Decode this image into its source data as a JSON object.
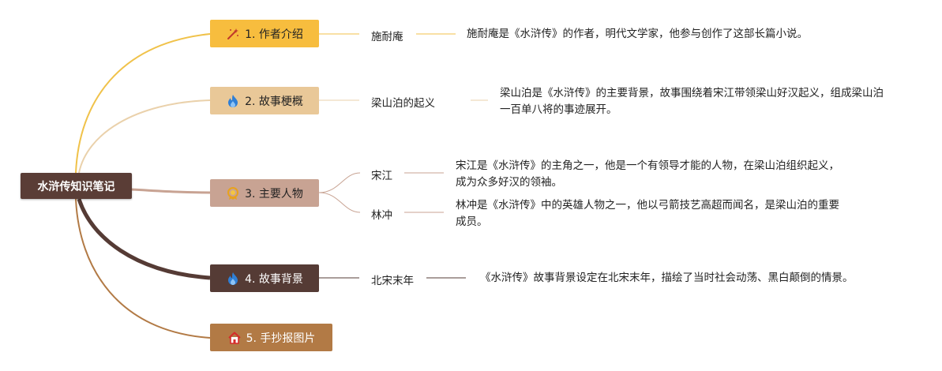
{
  "root": {
    "label": "水浒传知识笔记"
  },
  "branches": [
    {
      "label": "1. 作者介绍",
      "icon": "sparkle-icon",
      "color": "#f7bd3e",
      "topics": [
        {
          "label": "施耐庵",
          "desc": "施耐庵是《水浒传》的作者，明代文学家，他参与创作了这部长篇小说。"
        }
      ]
    },
    {
      "label": "2. 故事梗概",
      "icon": "flame-icon",
      "color": "#e9c898",
      "topics": [
        {
          "label": "梁山泊的起义",
          "desc": "梁山泊是《水浒传》的主要背景，故事围绕着宋江带领梁山好汉起义，组成梁山泊一百单八将的事迹展开。"
        }
      ]
    },
    {
      "label": "3. 主要人物",
      "icon": "medal-icon",
      "color": "#c8a393",
      "topics": [
        {
          "label": "宋江",
          "desc": "宋江是《水浒传》的主角之一，他是一个有领导才能的人物，在梁山泊组织起义，成为众多好汉的领袖。"
        },
        {
          "label": "林冲",
          "desc": "林冲是《水浒传》中的英雄人物之一，他以弓箭技艺高超而闻名，是梁山泊的重要成员。"
        }
      ]
    },
    {
      "label": "4. 故事背景",
      "icon": "flame-icon",
      "color": "#553b35",
      "topics": [
        {
          "label": "北宋末年",
          "desc": "《水浒传》故事背景设定在北宋末年，描绘了当时社会动荡、黑白颠倒的情景。"
        }
      ]
    },
    {
      "label": "5. 手抄报图片",
      "icon": "home-icon",
      "color": "#b27a45",
      "topics": []
    }
  ]
}
